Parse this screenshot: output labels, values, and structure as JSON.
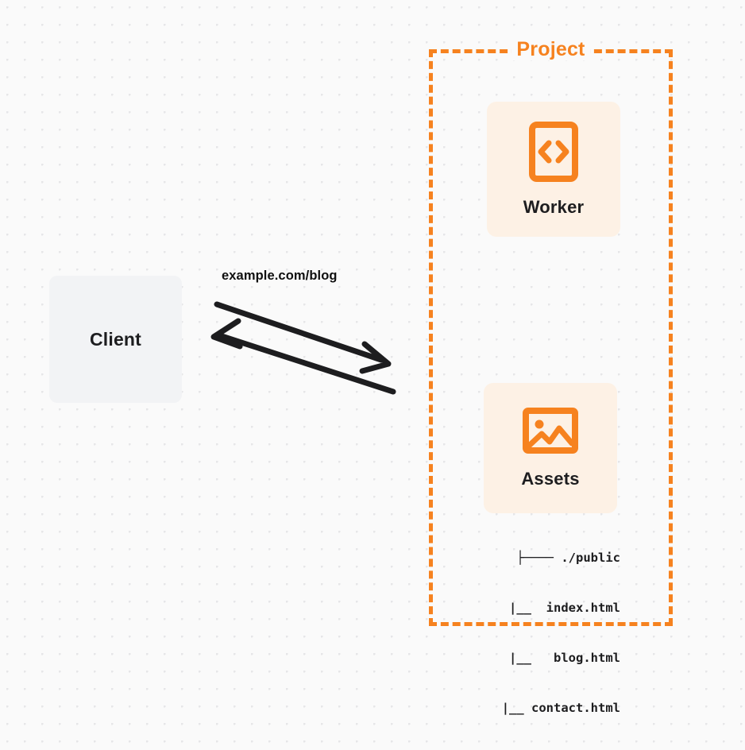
{
  "diagram": {
    "title": "Cloudflare Worker with Static Assets request flow",
    "background_color": "#fafafa",
    "accent_color": "#f6821f",
    "card_color": "#fdf1e5",
    "client_color": "#f2f3f5",
    "arrow_color": "#1d1d1f"
  },
  "client": {
    "label": "Client",
    "icon": "client-box-icon"
  },
  "connection": {
    "label": "example.com/blog",
    "request_arrow": "arrow-right-icon",
    "response_arrow": "arrow-left-icon"
  },
  "project": {
    "label": "Project",
    "nodes": [
      {
        "label": "Worker",
        "icon": "code-brackets-icon"
      },
      {
        "label": "Assets",
        "icon": "image-picture-icon"
      }
    ]
  },
  "file_tree": {
    "lines": [
      "├──── ./public",
      "     |__  index.html",
      "     |__   blog.html",
      "     |__ contact.html"
    ],
    "root": "./public",
    "files": [
      "index.html",
      "blog.html",
      "contact.html"
    ]
  }
}
